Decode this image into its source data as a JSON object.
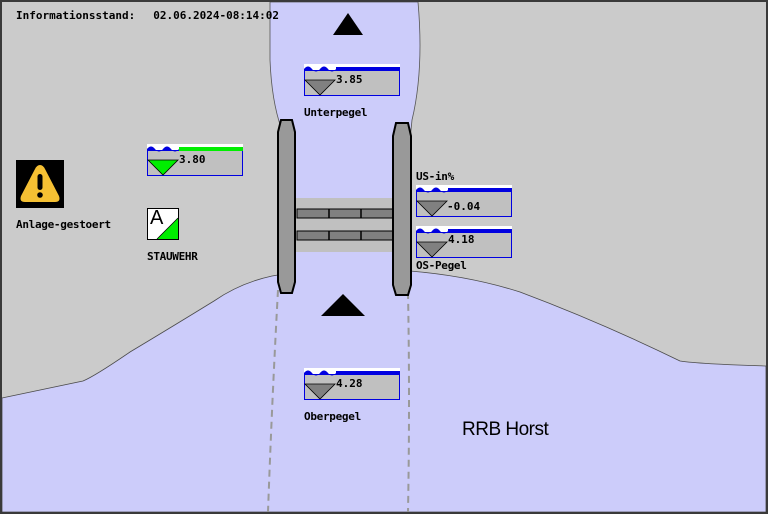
{
  "header": {
    "info_label": "Informationsstand:",
    "timestamp": "02.06.2024-08:14:02"
  },
  "site_title": "RRB Horst",
  "alarm": {
    "icon": "warning-icon",
    "label": "Anlage-gestoert"
  },
  "weir_mode": {
    "icon": "auto-mode-icon",
    "letter": "A",
    "label": "STAUWEHR"
  },
  "gauges": {
    "unterpegel": {
      "label": "Unterpegel",
      "value": "3.85",
      "status": "grey"
    },
    "stauwehr": {
      "label": "",
      "value": "3.80",
      "status": "green"
    },
    "us_in_percent": {
      "label": "US-in%",
      "value": "-0.04",
      "status": "grey"
    },
    "os_pegel": {
      "label": "OS-Pegel",
      "value": "4.18",
      "status": "grey"
    },
    "oberpegel": {
      "label": "Oberpegel",
      "value": "4.28",
      "status": "grey"
    }
  },
  "flow_arrows": {
    "top": "flow-direction-up-icon",
    "bottom": "flow-direction-up-icon"
  },
  "colors": {
    "background": "#cbcbcb",
    "water": "#ccccfa",
    "gauge_blue": "#0000e0",
    "gauge_green": "#00ee00",
    "gauge_grey": "#808080",
    "gauge_box": "#c0c0c0",
    "warning_yellow": "#f5c033",
    "pier": "#999999"
  }
}
